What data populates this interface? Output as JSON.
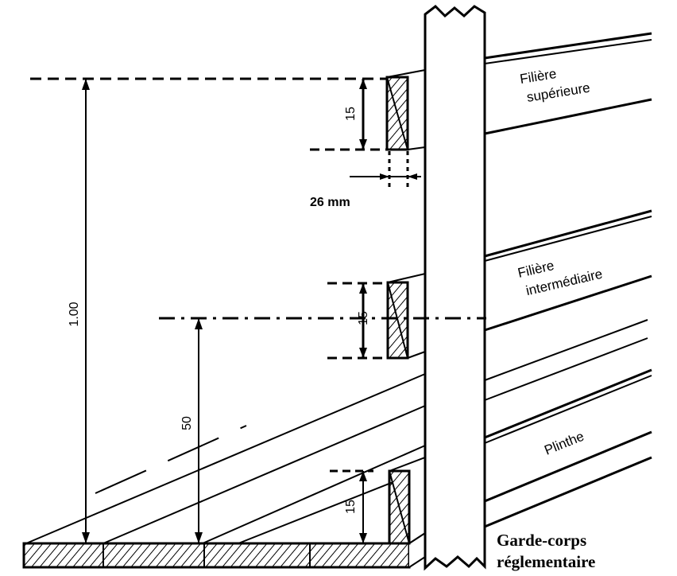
{
  "labels": {
    "top_rail": [
      "Filière",
      "supérieure"
    ],
    "middle_rail": [
      "Filière",
      "intermédiaire"
    ],
    "toe_board": "Plinthe",
    "caption": [
      "Garde-corps",
      "réglementaire"
    ]
  },
  "dimensions": {
    "total_height": "1.00",
    "middle_height": "50",
    "top_rail_height": "15",
    "middle_rail_height": "15",
    "toe_board_height": "15",
    "gap": "26 mm"
  }
}
